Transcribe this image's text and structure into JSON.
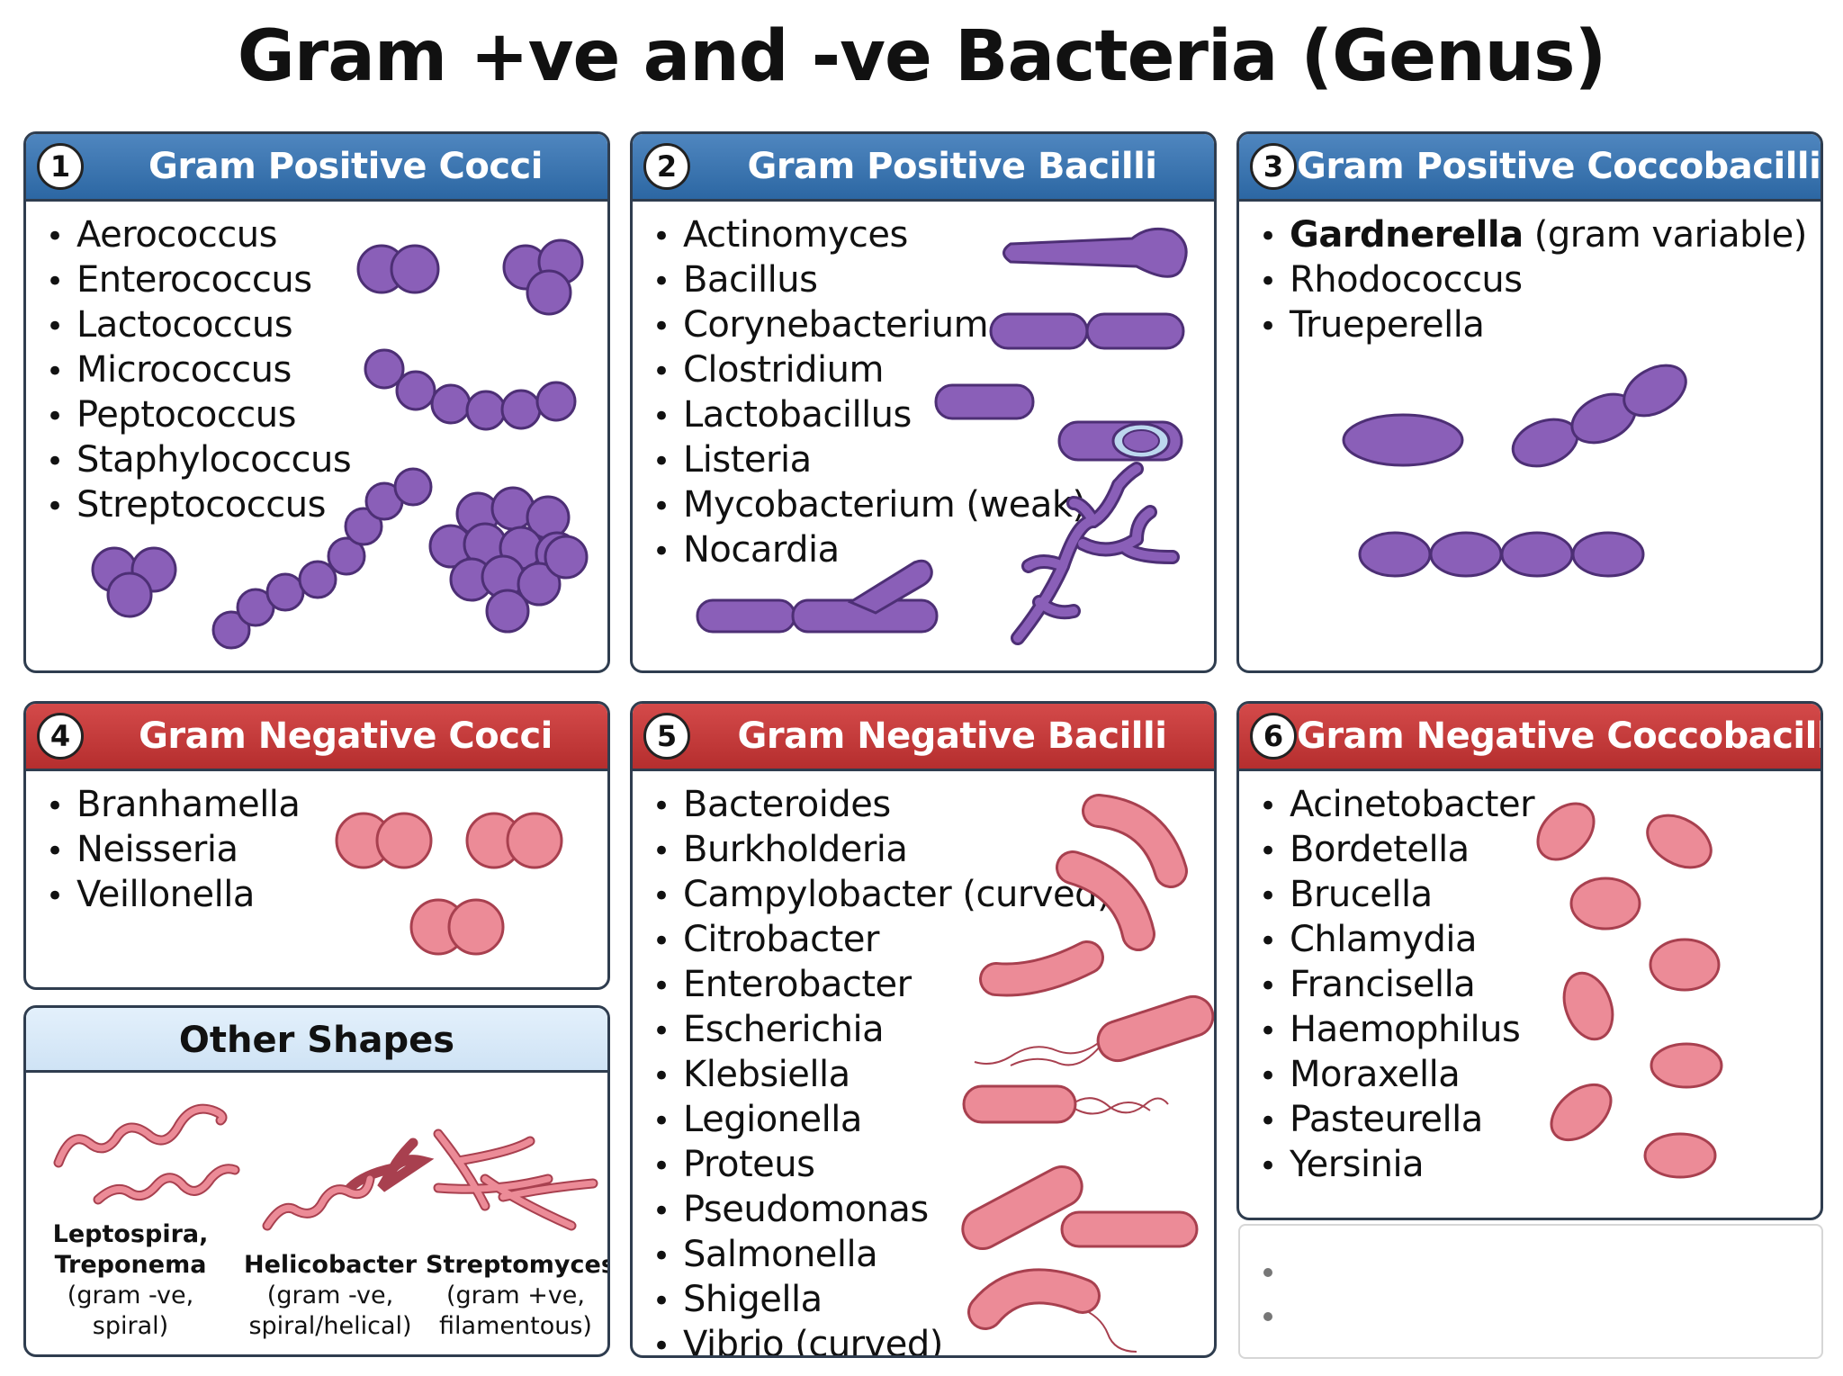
{
  "title": "Gram +ve and -ve Bacteria (Genus)",
  "panels": [
    {
      "number": "1",
      "title": "Gram Positive Cocci",
      "items": [
        "Aerococcus",
        "Enterococcus",
        "Lactococcus",
        "Micrococcus",
        "Peptococcus",
        "Staphylococcus",
        "Streptococcus"
      ]
    },
    {
      "number": "2",
      "title": "Gram Positive Bacilli",
      "items": [
        "Actinomyces",
        "Bacillus",
        "Corynebacterium",
        "Clostridium",
        "Lactobacillus",
        "Listeria",
        "Mycobacterium (weak)",
        "Nocardia"
      ]
    },
    {
      "number": "3",
      "title": "Gram Positive Coccobacilli",
      "items_bold": "Gardnerella",
      "items_first_rest": " (gram variable)",
      "items": [
        "Rhodococcus",
        "Trueperella"
      ]
    },
    {
      "number": "4",
      "title": "Gram Negative Cocci",
      "items": [
        "Branhamella",
        "Neisseria",
        "Veillonella"
      ]
    },
    {
      "number": "5",
      "title": "Gram Negative Bacilli",
      "items": [
        "Bacteroides",
        "Burkholderia",
        "Campylobacter (curved)",
        "Citrobacter",
        "Enterobacter",
        "Escherichia",
        "Klebsiella",
        "Legionella",
        "Proteus",
        "Pseudomonas",
        "Salmonella",
        "Shigella",
        "Vibrio (curved)"
      ]
    },
    {
      "number": "6",
      "title": "Gram Negative Coccobacilli",
      "items": [
        "Acinetobacter",
        "Bordetella",
        "Brucella",
        "Chlamydia",
        "Francisella",
        "Haemophilus",
        "Moraxella",
        "Pasteurella",
        "Yersinia"
      ]
    }
  ],
  "other_shapes": {
    "title": "Other Shapes",
    "shapes": [
      {
        "name_line1": "Leptospira,",
        "name_line2": "Treponema",
        "note_line1": "(gram -ve,",
        "note_line2": "spiral)"
      },
      {
        "name_line1": "Helicobacter",
        "note_line1": "(gram -ve,",
        "note_line2": "spiral/helical)"
      },
      {
        "name_line1": "Streptomyces",
        "note_line1": "(gram +ve,",
        "note_line2": "filamentous)"
      }
    ]
  },
  "colors": {
    "positive_header": "#2c67a3",
    "negative_header": "#b52e2e",
    "positive_cell": "#8a5fb8",
    "negative_cell": "#ec8b97",
    "other_header": "#d6e8f6"
  }
}
